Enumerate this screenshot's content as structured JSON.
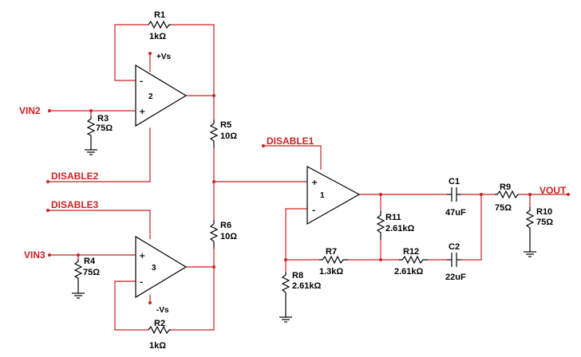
{
  "nets": {
    "vin2": "VIN2",
    "vin3": "VIN3",
    "disable1": "DISABLE1",
    "disable2": "DISABLE2",
    "disable3": "DISABLE3",
    "vout": "VOUT"
  },
  "supplies": {
    "pos": "+Vs",
    "neg": "-Vs"
  },
  "opamps": {
    "u1": "1",
    "u2": "2",
    "u3": "3",
    "plus": "+",
    "minus": "-"
  },
  "components": {
    "r1": {
      "ref": "R1",
      "value": "1kΩ"
    },
    "r2": {
      "ref": "R2",
      "value": "1kΩ"
    },
    "r3": {
      "ref": "R3",
      "value": "75Ω"
    },
    "r4": {
      "ref": "R4",
      "value": "75Ω"
    },
    "r5": {
      "ref": "R5",
      "value": "10Ω"
    },
    "r6": {
      "ref": "R6",
      "value": "10Ω"
    },
    "r7": {
      "ref": "R7",
      "value": "1.3kΩ"
    },
    "r8": {
      "ref": "R8",
      "value": "2.61kΩ"
    },
    "r9": {
      "ref": "R9",
      "value": "75Ω"
    },
    "r10": {
      "ref": "R10",
      "value": "75Ω"
    },
    "r11": {
      "ref": "R11",
      "value": "2.61kΩ"
    },
    "r12": {
      "ref": "R12",
      "value": "2.61kΩ"
    },
    "c1": {
      "ref": "C1",
      "value": "47uF"
    },
    "c2": {
      "ref": "C2",
      "value": "22uF"
    }
  },
  "colors": {
    "wire": "#cc2222",
    "body": "#000000",
    "background": "#ffffff"
  }
}
